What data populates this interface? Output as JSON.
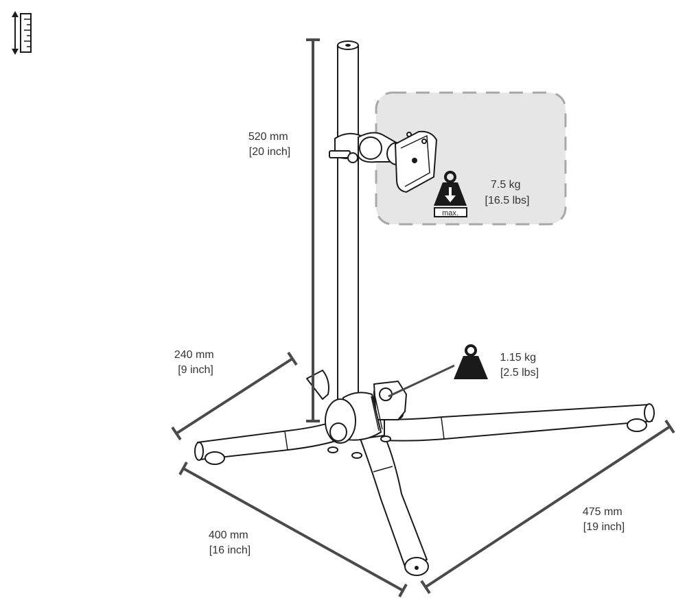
{
  "colors": {
    "dimension_line": "#4a4a4a",
    "panel_fill": "#e6e6e6",
    "panel_border": "#a8a8a8",
    "icon_fill": "#1a1a1a",
    "text": "#333333"
  },
  "icons": {
    "corner": "height-ruler-icon",
    "max_load": "max-load-weight-icon",
    "own_weight": "weight-icon"
  },
  "dimensions": {
    "height": {
      "line1": "520 mm",
      "line2": "[20 inch]"
    },
    "leg_short": {
      "line1": "240 mm",
      "line2": "[9 inch]"
    },
    "leg_front": {
      "line1": "400 mm",
      "line2": "[16 inch]"
    },
    "leg_side": {
      "line1": "475 mm",
      "line2": "[19 inch]"
    }
  },
  "max_load": {
    "badge": "max.",
    "line1": "7.5 kg",
    "line2": "[16.5 lbs]"
  },
  "own_weight": {
    "line1": "1.15 kg",
    "line2": "[2.5 lbs]"
  }
}
